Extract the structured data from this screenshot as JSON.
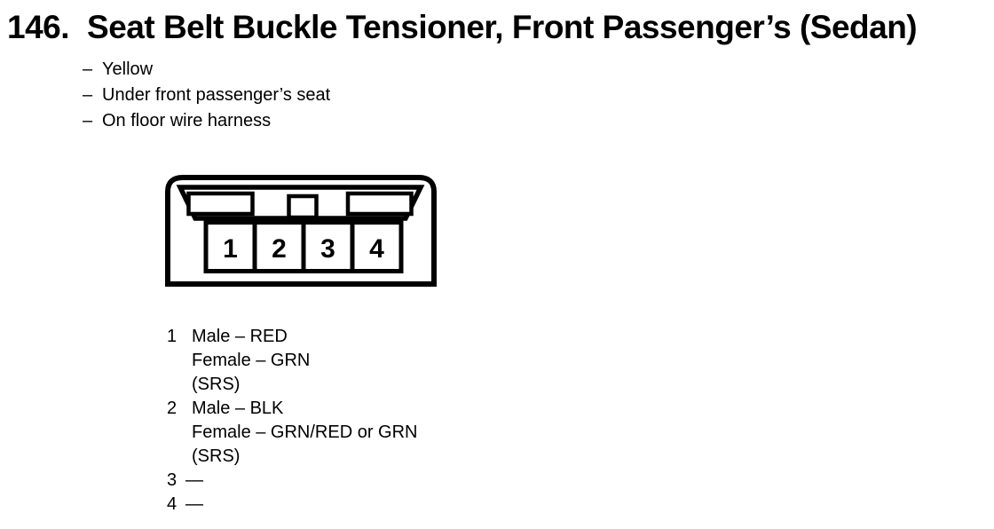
{
  "page": {
    "background": "#ffffff",
    "ink": "#000000"
  },
  "header": {
    "item_number": "146.",
    "title": "Seat Belt Buckle Tensioner, Front Passenger’s (Sedan)"
  },
  "details": {
    "bullet": "–",
    "items": [
      "Yellow",
      "Under front passenger’s seat",
      "On floor wire harness"
    ]
  },
  "connector": {
    "cavities": [
      "1",
      "2",
      "3",
      "4"
    ]
  },
  "pinout": [
    {
      "pin": "1",
      "lines": [
        "Male – RED",
        "Female – GRN",
        "(SRS)"
      ]
    },
    {
      "pin": "2",
      "lines": [
        "Male – BLK",
        "Female – GRN/RED or GRN",
        "(SRS)"
      ]
    },
    {
      "pin": "3",
      "lines": [
        "—"
      ]
    },
    {
      "pin": "4",
      "lines": [
        "—"
      ]
    }
  ]
}
